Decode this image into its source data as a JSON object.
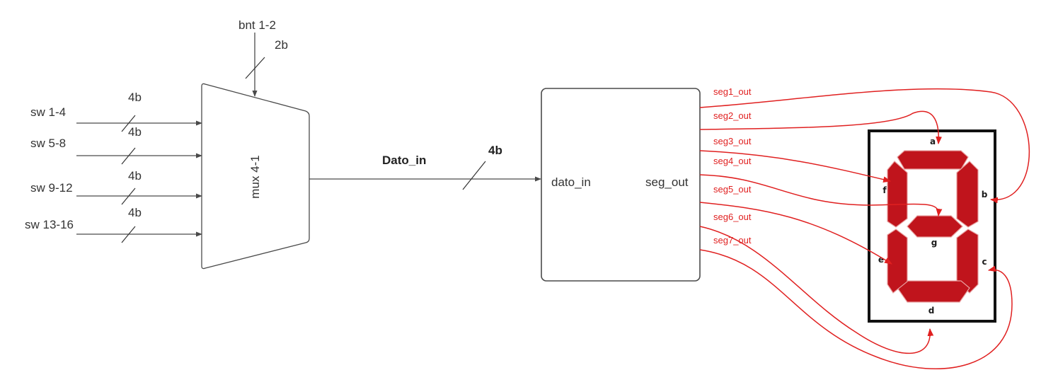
{
  "mux": {
    "label": "mux 4-1",
    "select_label": "bnt 1-2",
    "select_width": "2b",
    "inputs": [
      {
        "label": "sw 1-4",
        "width": "4b"
      },
      {
        "label": "sw 5-8",
        "width": "4b"
      },
      {
        "label": "sw 9-12",
        "width": "4b"
      },
      {
        "label": "sw 13-16",
        "width": "4b"
      }
    ]
  },
  "bus": {
    "label": "Dato_in",
    "width": "4b"
  },
  "decoder": {
    "input_port": "dato_in",
    "output_port": "seg_out"
  },
  "outputs": [
    "seg1_out",
    "seg2_out",
    "seg3_out",
    "seg4_out",
    "seg5_out",
    "seg6_out",
    "seg7_out"
  ],
  "display": {
    "segments": [
      "a",
      "b",
      "c",
      "d",
      "e",
      "f",
      "g"
    ]
  },
  "colors": {
    "wire": "#4a4a4a",
    "signal": "#e02020",
    "segment": "#c0141c"
  }
}
